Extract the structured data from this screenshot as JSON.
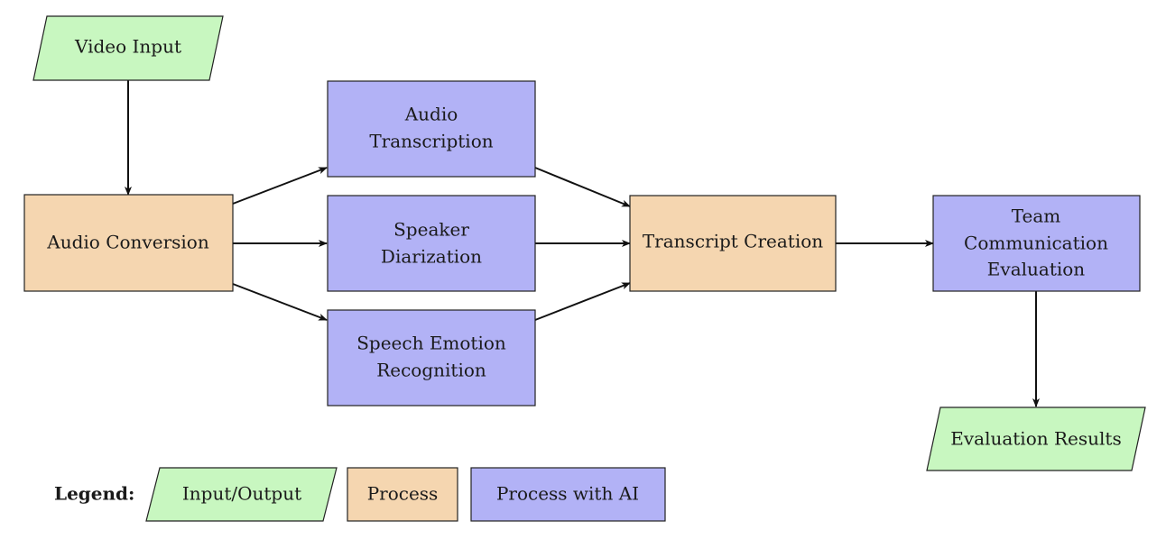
{
  "colors": {
    "input_output": "#c8f7c0",
    "process": "#f5d6b0",
    "process_ai": "#b2b2f6"
  },
  "nodes": {
    "video_input": {
      "label": "Video Input",
      "kind": "input_output"
    },
    "audio_conversion": {
      "label": "Audio Conversion",
      "kind": "process"
    },
    "audio_transcription": {
      "lines": [
        "Audio",
        "Transcription"
      ],
      "kind": "process_ai"
    },
    "speaker_diarization": {
      "lines": [
        "Speaker",
        "Diarization"
      ],
      "kind": "process_ai"
    },
    "speech_emotion": {
      "lines": [
        "Speech Emotion",
        "Recognition"
      ],
      "kind": "process_ai"
    },
    "transcript_creation": {
      "label": "Transcript Creation",
      "kind": "process"
    },
    "team_eval": {
      "lines": [
        "Team",
        "Communication",
        "Evaluation"
      ],
      "kind": "process_ai"
    },
    "evaluation_results": {
      "label": "Evaluation Results",
      "kind": "input_output"
    }
  },
  "edges": [
    [
      "video_input",
      "audio_conversion"
    ],
    [
      "audio_conversion",
      "audio_transcription"
    ],
    [
      "audio_conversion",
      "speaker_diarization"
    ],
    [
      "audio_conversion",
      "speech_emotion"
    ],
    [
      "audio_transcription",
      "transcript_creation"
    ],
    [
      "speaker_diarization",
      "transcript_creation"
    ],
    [
      "speech_emotion",
      "transcript_creation"
    ],
    [
      "transcript_creation",
      "team_eval"
    ],
    [
      "team_eval",
      "evaluation_results"
    ]
  ],
  "legend": {
    "title": "Legend:",
    "input_output": "Input/Output",
    "process": "Process",
    "process_ai": "Process with AI"
  }
}
